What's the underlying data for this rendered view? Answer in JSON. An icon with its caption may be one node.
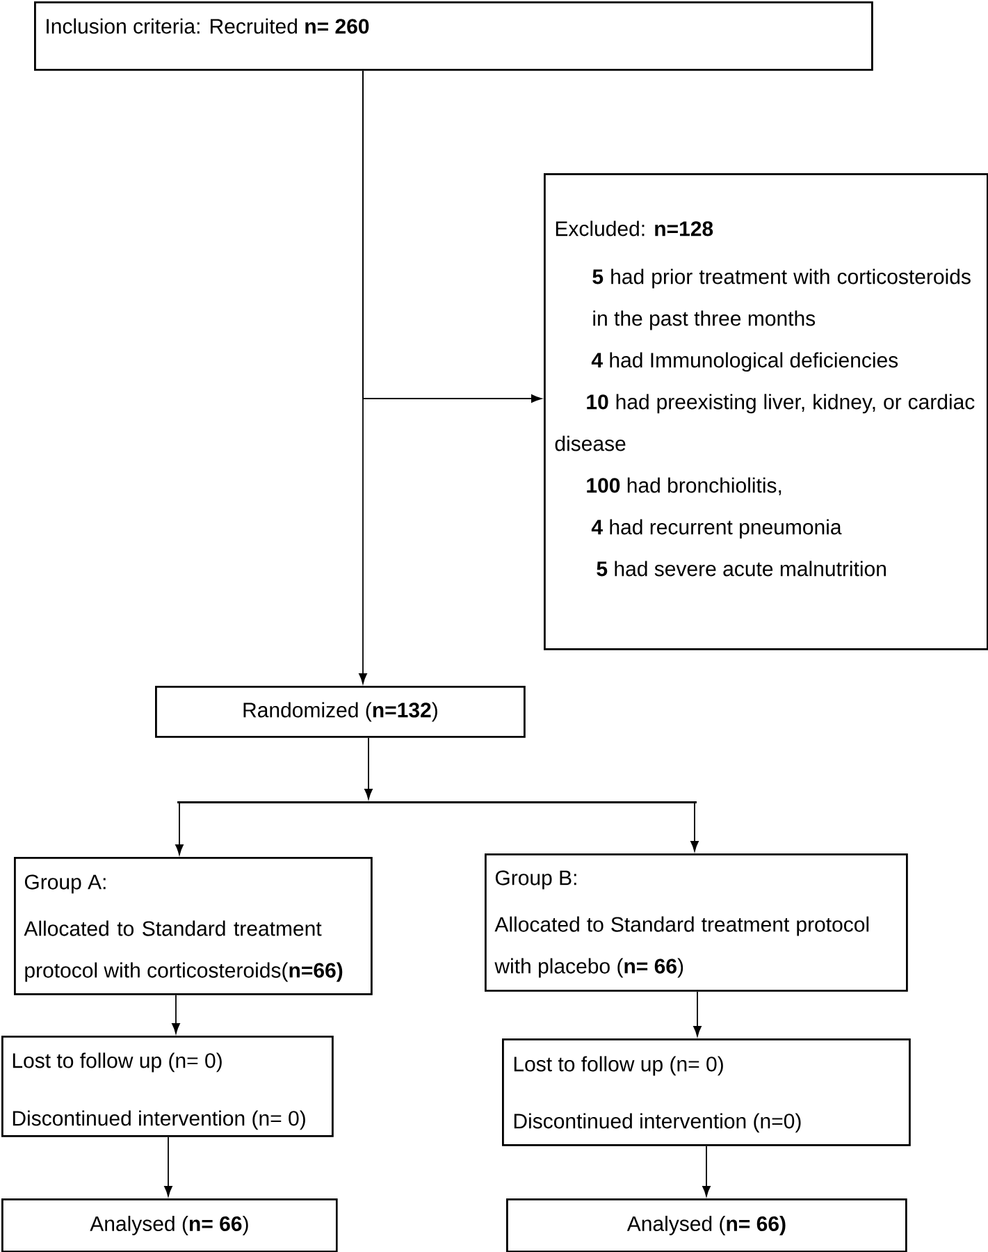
{
  "diagram": {
    "nodes": [
      {
        "text": [
          "Inclusion criteria: Recruited **n= 260**"
        ]
      },
      {
        "text": [
          "Excluded: **n=128**",
          "**5** had prior treatment with corticosteroids in the past three months",
          "**4** had Immunological deficiencies",
          "**10** had preexisting liver, kidney, or cardiac disease",
          "**100** had bronchiolitis,",
          "**4** had recurrent pneumonia",
          "**5** had severe acute malnutrition"
        ]
      },
      {
        "text": [
          "Randomized (**n=132**)"
        ]
      },
      {
        "text": [],
        "shape": "bar"
      },
      {
        "text": [
          "Group A:",
          "Allocated to Standard treatment protocol with corticosteroids(**n=66)**"
        ]
      },
      {
        "text": [
          "Group B:",
          "Allocated to Standard treatment protocol with placebo (**n= 66**)"
        ]
      },
      {
        "text": [
          "Lost to follow up (n= 0)",
          "Discontinued intervention (n= 0)"
        ]
      },
      {
        "text": [
          "Lost to follow up (n= 0)",
          "Discontinued intervention (n=0)"
        ]
      },
      {
        "text": [
          "Analysed (**n= 66**)"
        ]
      },
      {
        "text": [
          "Analysed (**n= 66)**"
        ]
      }
    ],
    "edges": [
      {
        "from": 0,
        "to": 2,
        "arrow": "to"
      },
      {
        "from": 0,
        "to": 1,
        "arrow": "to"
      },
      {
        "from": 2,
        "to": 3,
        "arrow": "to"
      },
      {
        "from": 3,
        "to": 4,
        "arrow": "to"
      },
      {
        "from": 3,
        "to": 5,
        "arrow": "to"
      },
      {
        "from": 4,
        "to": 6,
        "arrow": "to"
      },
      {
        "from": 5,
        "to": 7,
        "arrow": "to"
      },
      {
        "from": 6,
        "to": 8,
        "arrow": "to"
      },
      {
        "from": 7,
        "to": 9,
        "arrow": "to"
      }
    ]
  }
}
